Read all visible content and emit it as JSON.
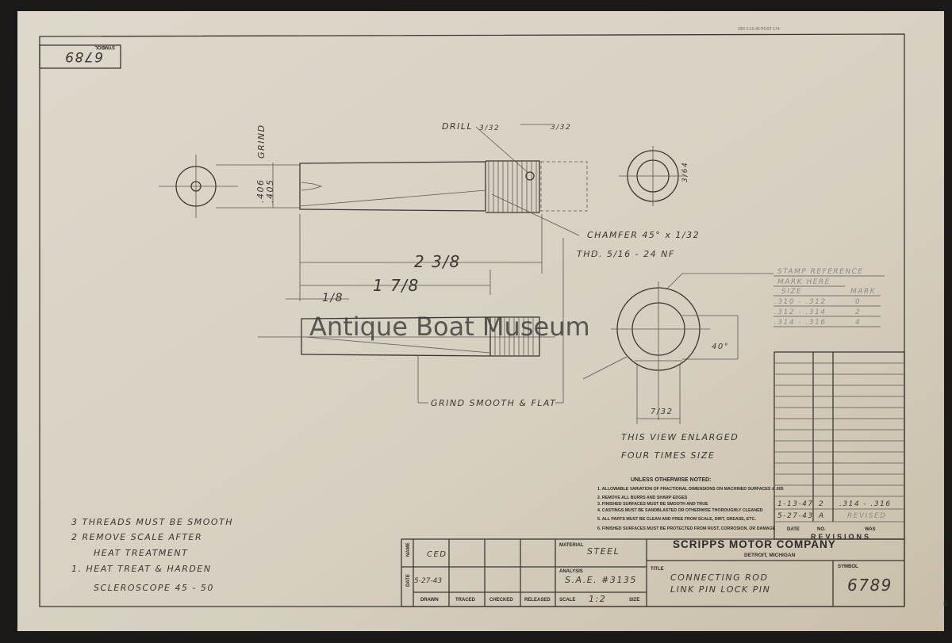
{
  "watermark": "Antique Boat Museum",
  "top_stamp": "25R 2-13-45 POST 174",
  "symbol_box": {
    "label": "SYMBOL",
    "value": "6789"
  },
  "dimensions": {
    "grind": "GRIND",
    "dia_max": ".406",
    "dia_min": ".405",
    "drill": "DRILL",
    "drill_frac": "3/32",
    "right_frac": "3/32",
    "end_frac": "3/64",
    "chamfer": "CHAMFER 45° x 1/32",
    "thread": "THD. 5/16 - 24 NF",
    "length_total": "2 3/8",
    "length_thread": "1 7/8",
    "length_short": "1/8",
    "angle": "40°",
    "flat_width": "7/32",
    "grind_smooth": "GRIND SMOOTH & FLAT",
    "enlarged_1": "THIS VIEW ENLARGED",
    "enlarged_2": "FOUR TIMES SIZE"
  },
  "stamp_reference": {
    "title": "STAMP REFERENCE",
    "subtitle": "MARK HERE",
    "headers": [
      "SIZE",
      "MARK"
    ],
    "rows": [
      [
        ".310 - .312",
        "0"
      ],
      [
        ".312 - .314",
        "2"
      ],
      [
        ".314 - .316",
        "4"
      ]
    ]
  },
  "general_notes": {
    "title": "UNLESS OTHERWISE NOTED:",
    "items": [
      "1. ALLOWABLE VARIATION OF FRACTIONAL DIMENSIONS ON MACHINED SURFACES ± .005",
      "2. REMOVE ALL BURRS AND SHARP EDGES",
      "3. FINISHED SURFACES MUST BE SMOOTH AND TRUE",
      "4. CASTINGS MUST BE SANDBLASTED OR OTHERWISE THOROUGHLY CLEANED",
      "5. ALL PARTS MUST BE CLEAN AND FREE FROM SCALE, DIRT, GREASE, ETC.",
      "6. FINISHED SURFACES MUST BE PROTECTED FROM RUST, CORROSION, OR DAMAGE"
    ]
  },
  "shop_notes": [
    "3  THREADS MUST BE SMOOTH",
    "2  REMOVE SCALE AFTER",
    "HEAT TREATMENT",
    "1.  HEAT TREAT & HARDEN",
    "SCLEROSCOPE 45 - 50"
  ],
  "revisions": {
    "title": "REVISIONS",
    "headers": [
      "DATE",
      "NO.",
      "WAS"
    ],
    "rows": [
      [
        "1-13-47",
        "2",
        ".314 - .316"
      ],
      [
        "5-27-43",
        "A",
        "REVISED"
      ]
    ]
  },
  "title_block": {
    "name_label": "NAME",
    "date_label": "DATE",
    "name": "CED",
    "date": "5-27-43",
    "columns": [
      "DRAWN",
      "TRACED",
      "CHECKED",
      "RELEASED"
    ],
    "material_label": "MATERIAL",
    "material": "STEEL",
    "analysis_label": "ANALYSIS",
    "analysis": "S.A.E. #3135",
    "scale_label": "SCALE",
    "scale": "1:2",
    "size_label": "SIZE",
    "company": "SCRIPPS MOTOR COMPANY",
    "location": "DETROIT, MICHIGAN",
    "title_label": "TITLE",
    "title_1": "CONNECTING ROD",
    "title_2": "LINK PIN  LOCK PIN",
    "symbol_label": "SYMBOL",
    "symbol": "6789"
  },
  "sheet_number": "5"
}
